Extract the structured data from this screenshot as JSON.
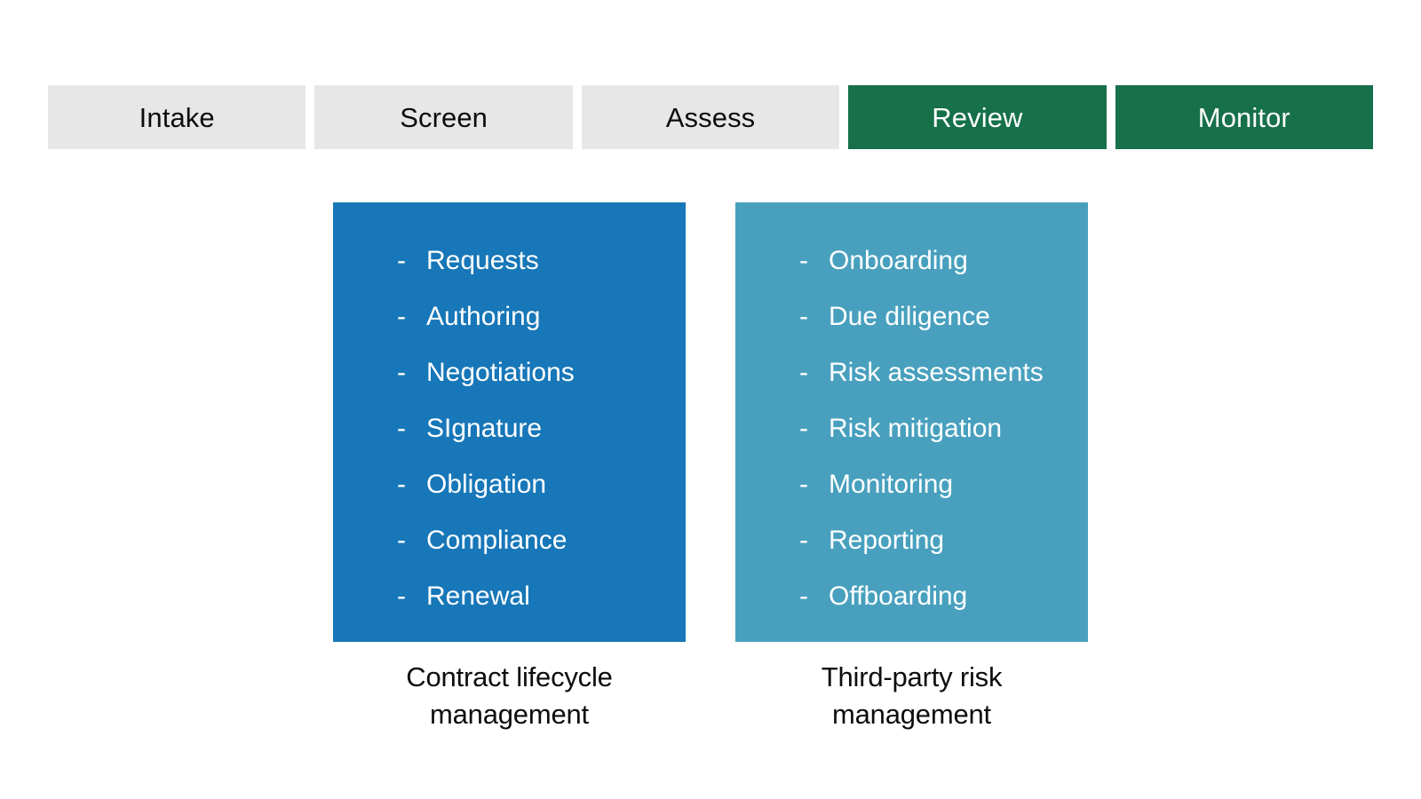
{
  "colors": {
    "background": "#ffffff",
    "stage_inactive_bg": "#e7e7e7",
    "stage_inactive_text": "#0d0d0d",
    "stage_active_bg": "#16704a",
    "stage_active_text": "#ffffff",
    "panel_left_bg": "#1777b8",
    "panel_right_bg": "#48a0be",
    "panel_text": "#ffffff",
    "caption_text": "#0d0d0d"
  },
  "stages": {
    "items": [
      {
        "label": "Intake",
        "state": "inactive"
      },
      {
        "label": "Screen",
        "state": "inactive"
      },
      {
        "label": "Assess",
        "state": "inactive"
      },
      {
        "label": "Review",
        "state": "active"
      },
      {
        "label": "Monitor",
        "state": "active"
      }
    ]
  },
  "panels": {
    "left": {
      "bullet": "-",
      "items": [
        {
          "label": "Requests"
        },
        {
          "label": "Authoring"
        },
        {
          "label": "Negotiations"
        },
        {
          "label": "SIgnature"
        },
        {
          "label": "Obligation"
        },
        {
          "label": "Compliance"
        },
        {
          "label": "Renewal"
        }
      ],
      "caption_line1": "Contract lifecycle",
      "caption_line2": "management"
    },
    "right": {
      "bullet": "-",
      "items": [
        {
          "label": "Onboarding"
        },
        {
          "label": "Due diligence"
        },
        {
          "label": "Risk assessments"
        },
        {
          "label": "Risk mitigation"
        },
        {
          "label": "Monitoring"
        },
        {
          "label": "Reporting"
        },
        {
          "label": "Offboarding"
        }
      ],
      "caption_line1": "Third-party risk",
      "caption_line2": "management"
    }
  }
}
